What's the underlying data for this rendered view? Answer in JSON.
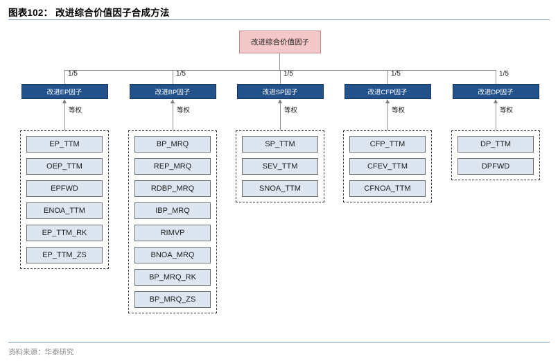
{
  "header": {
    "title": "图表102： 改进综合价值因子合成方法"
  },
  "footer": {
    "source": "资料来源：华泰研究"
  },
  "diagram": {
    "root": {
      "label": "改进综合价值因子"
    },
    "edge_weight_label": "1/5",
    "group_weight_label": "等权",
    "branches": [
      {
        "node_label": "改进EP因子",
        "weight": "1/5",
        "group_weight": "等权",
        "leaves": [
          "EP_TTM",
          "OEP_TTM",
          "EPFWD",
          "ENOA_TTM",
          "EP_TTM_RK",
          "EP_TTM_ZS"
        ]
      },
      {
        "node_label": "改进BP因子",
        "weight": "1/5",
        "group_weight": "等权",
        "leaves": [
          "BP_MRQ",
          "REP_MRQ",
          "RDBP_MRQ",
          "IBP_MRQ",
          "RIMVP",
          "BNOA_MRQ",
          "BP_MRQ_RK",
          "BP_MRQ_ZS"
        ]
      },
      {
        "node_label": "改进SP因子",
        "weight": "1/5",
        "group_weight": "等权",
        "leaves": [
          "SP_TTM",
          "SEV_TTM",
          "SNOA_TTM"
        ]
      },
      {
        "node_label": "改进CFP因子",
        "weight": "1/5",
        "group_weight": "等权",
        "leaves": [
          "CFP_TTM",
          "CFEV_TTM",
          "CFNOA_TTM"
        ]
      },
      {
        "node_label": "改进DP因子",
        "weight": "1/5",
        "group_weight": "等权",
        "leaves": [
          "DP_TTM",
          "DPFWD"
        ]
      }
    ]
  },
  "colors": {
    "root_fill": "#f4c7c8",
    "root_border": "#c98b8c",
    "node_fill": "#23528b",
    "node_border": "#16365c",
    "leaf_fill": "#dde6f0",
    "leaf_border": "#6d6d6d",
    "rule": "#7f99b8",
    "connector": "#8f8f8f"
  }
}
